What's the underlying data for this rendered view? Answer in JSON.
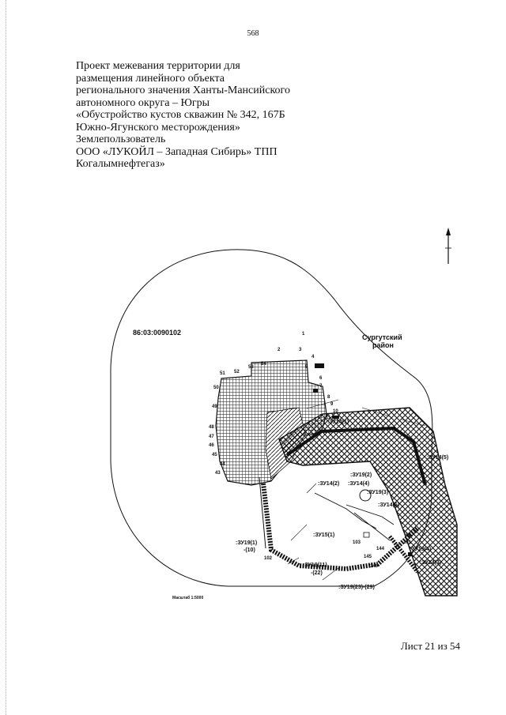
{
  "page": {
    "number": "568"
  },
  "title": {
    "lines": [
      "Проект межевания территории для",
      "размещения линейного объекта",
      "регионального значения Ханты-Мансийского",
      "автономного округа – Югры",
      "«Обустройство кустов скважин № 342, 167Б",
      "Южно-Ягунского месторождения»",
      "Землепользователь",
      "ООО «ЛУКОЙЛ – Западная Сибирь» ТПП",
      "Когалымнефтегаз»"
    ]
  },
  "map": {
    "cadastral_quarter": "86:03:0090102",
    "district_label": [
      "Сургутский",
      "район"
    ],
    "plot_labels": [
      ":ЗУ14(1)",
      ":ЗУ14(5)",
      ":ЗУ19(2)",
      ":ЗУ14(4)",
      ":ЗУ14(2)",
      ":ЗУ19(3)",
      ":ЗУ14(6)",
      ":ЗУ15(1)",
      ":ЗУ19(1)",
      "-(10)",
      ":ЗУ19(4)",
      ":ЗУ14(3)",
      ":ЗУ19(11)",
      "-(22)",
      ":ЗУ19(23)-(29)"
    ],
    "point_numbers": [
      "1",
      "2",
      "3",
      "4",
      "5",
      "6",
      "7",
      "8",
      "9",
      "10",
      "11",
      "43",
      "44",
      "45",
      "46",
      "47",
      "48",
      "49",
      "50",
      "51",
      "52",
      "53",
      "54",
      "55",
      "101",
      "102",
      "103",
      "144",
      "145",
      "146",
      "147"
    ],
    "scale_label": "Масштаб 1:5000"
  },
  "footer": {
    "sheet": "Лист 21 из 54"
  },
  "colors": {
    "ink": "#111111",
    "paper": "#ffffff"
  }
}
